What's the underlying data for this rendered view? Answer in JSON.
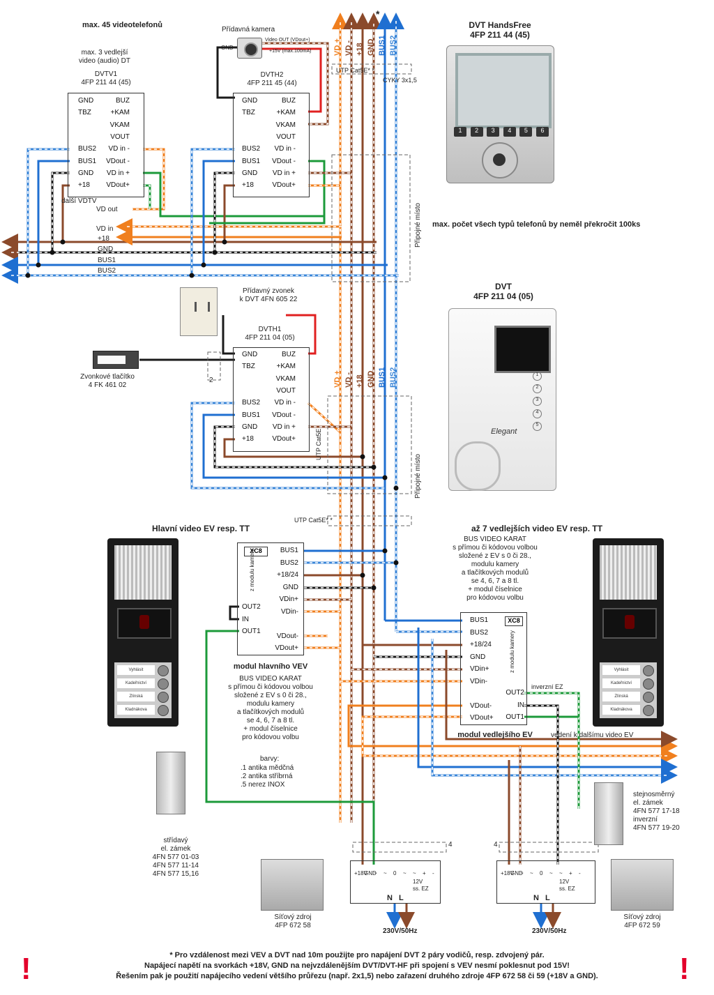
{
  "labels": {
    "max_video": "max. 45 videotelefonů",
    "max_secondary": "max. 3 vedlejší",
    "max_secondary2": "video (audio) DT",
    "dvtv1_name": "DVTV1",
    "dvtv1_code": "4FP 211 44 (45)",
    "extra_camera": "Přídavná kamera",
    "cam_gnd": "GND",
    "cam_video": "Video OUT (VDout+)",
    "cam_power": "+15V (max.100mA)",
    "dvth2_name": "DVTH2",
    "dvth2_code": "4FP 211 45 (44)",
    "next_vdtv": "další VDTV",
    "bus_vd_out": "VD out",
    "bus_vd_in": "VD in",
    "bus_p18": "+18",
    "bus_gnd": "GND",
    "bus_bus1": "BUS1",
    "bus_bus2": "BUS2",
    "utp_top": "UTP Cat5E* *",
    "cyky": "CYKY 3x1,5",
    "asterisk": "*",
    "vert_top": [
      "VD +",
      "VD -",
      "+18",
      "GND",
      "BUS1",
      "BUS2"
    ],
    "vert_mid": [
      "VD +",
      "VD -",
      "+18",
      "GND",
      "BUS1",
      "BUS2"
    ],
    "hf_title": "DVT HandsFree",
    "hf_code": "4FP 211 44 (45)",
    "hf_keys": [
      "1",
      "2",
      "3",
      "4",
      "5",
      "6"
    ],
    "max_all": "max. počet všech typů telefonů by neměl překročit 100ks",
    "conn_place": "Připojné místo",
    "dvt_title": "DVT",
    "dvt_code": "4FP 211 04 (05)",
    "dvt_brand": "Elegant",
    "dvt_keys": [
      "1",
      "2",
      "3",
      "4",
      "5"
    ],
    "extra_bell": "Přídavný zvonek",
    "extra_bell2": "k DVT 4FN 605 22",
    "dvth1_name": "DVTH1",
    "dvth1_code": "4FP 211 04 (05)",
    "bell_button": "Zvonkové tlačítko",
    "bell_button2": "4 FK 461 02",
    "two": "2",
    "utp_mid": "UTP Cat5E* *",
    "utp_vert": "UTP Cat5E",
    "main_ev_title": "Hlavní video EV resp. TT",
    "sec_ev_title": "až 7 vedlejších video EV resp. TT",
    "xc8": "XC8",
    "camera_module": "z modulu kamery",
    "module_main": "modul hlavního VEV",
    "module_sec": "modul vedlejšího EV",
    "desc_main": [
      "BUS VIDEO KARAT",
      "s přímou či kódovou volbou",
      "složené z EV s 0 či 28.,",
      "modulu kamery",
      "a tlačítkových modulů",
      "se 4, 6, 7 a 8 tl.",
      "+ modul číselnice",
      "pro kódovou volbu"
    ],
    "desc_sec": [
      "BUS VIDEO KARAT",
      "s přímou či kódovou volbou",
      "složené z EV s 0 či 28.,",
      "modulu kamery",
      "a tlačítkových modulů",
      "se 4, 6, 7 a 8 tl.",
      "+ modul číselnice",
      "pro kódovou volbu"
    ],
    "colors_title": "barvy:",
    "colors": [
      ".1 antika mědčná",
      ".2 antika stříbrná",
      ".5 nerez INOX"
    ],
    "inverse_ez": "inverzní EZ",
    "next_ev": "vedení k dalšímu video EV",
    "lock_left": [
      "střídavý",
      "el. zámek",
      "4FN 577 01-03",
      "4FN 577 11-14",
      "4FN 577 15,16"
    ],
    "lock_right": [
      "stejnosměrný",
      "el. zámek",
      "4FN 577 17-18",
      "inverzní",
      "4FN 577 19-20"
    ],
    "psu_left": [
      "Síťový zdroj",
      "4FP 672 58"
    ],
    "psu_right": [
      "Síťový zdroj",
      "4FP 672 59"
    ],
    "mains": "230V/50Hz",
    "four": "4",
    "psu_terms": [
      "+18V",
      "GND",
      "~",
      "~",
      "0",
      "~",
      "~",
      "+",
      "-"
    ],
    "psu_nl": [
      "N",
      "L"
    ],
    "psu_12v": [
      "12V",
      "ss. EZ"
    ],
    "panel_buttons": [
      "Vyhlásit",
      "Kadeřnictví",
      "Zlínská",
      "Kladnákova"
    ]
  },
  "pins": {
    "dvtv1_left": [
      "GND",
      "TBZ",
      "",
      "",
      "BUS2",
      "BUS1",
      "GND",
      "+18"
    ],
    "dvtv1_right": [
      "BUZ",
      "+KAM",
      "VKAM",
      "VOUT",
      "VD in -",
      "VDout -",
      "VD in +",
      "VDout+"
    ],
    "dvth2_left": [
      "GND",
      "TBZ",
      "",
      "",
      "BUS2",
      "BUS1",
      "GND",
      "+18"
    ],
    "dvth2_right": [
      "BUZ",
      "+KAM",
      "VKAM",
      "VOUT",
      "VD in -",
      "VDout -",
      "VD in +",
      "VDout+"
    ],
    "dvth1_left": [
      "GND",
      "TBZ",
      "",
      "",
      "BUS2",
      "BUS1",
      "GND",
      "+18"
    ],
    "dvth1_right": [
      "BUZ",
      "+KAM",
      "VKAM",
      "VOUT",
      "VD in -",
      "VDout -",
      "VD in +",
      "VDout+"
    ],
    "main_right": [
      "BUS1",
      "BUS2",
      "+18/24",
      "GND",
      "VDin+",
      "VDin-",
      "",
      "VDout-",
      "VDout+"
    ],
    "main_left": [
      "OUT2",
      "IN",
      "OUT1"
    ],
    "sec_left": [
      "BUS1",
      "BUS2",
      "+18/24",
      "GND",
      "VDin+",
      "VDin-",
      "",
      "VDout-",
      "VDout+"
    ],
    "sec_right": [
      "OUT2",
      "IN",
      "OUT1"
    ]
  },
  "footer": [
    "*  Pro vzdálenost mezi VEV a DVT nad 10m použijte pro napájení DVT 2 páry vodičů, resp. zdvojený pár.",
    "Napájecí napětí na svorkách +18V, GND na nejvzdálenějším DVT/DVT-HF při spojení s VEV nesmí poklesnut pod 15V!",
    "Řešením pak je použití napájecího vedení většího průřezu (např. 2x1,5) nebo zařazení druhého zdroje 4FP 672 58 či 59 (+18V a GND)."
  ],
  "exclamation": "!",
  "colors": {
    "bus1": "#1f6fd1",
    "bus2": "#3a86d8",
    "vd_plus": "#f07f1e",
    "vd_minus": "#8b4a2b",
    "p18": "#8b4a2b",
    "gnd": "#1a1a1a",
    "red": "#e02020",
    "green": "#1c9a3a",
    "warning": "#e3002b"
  }
}
